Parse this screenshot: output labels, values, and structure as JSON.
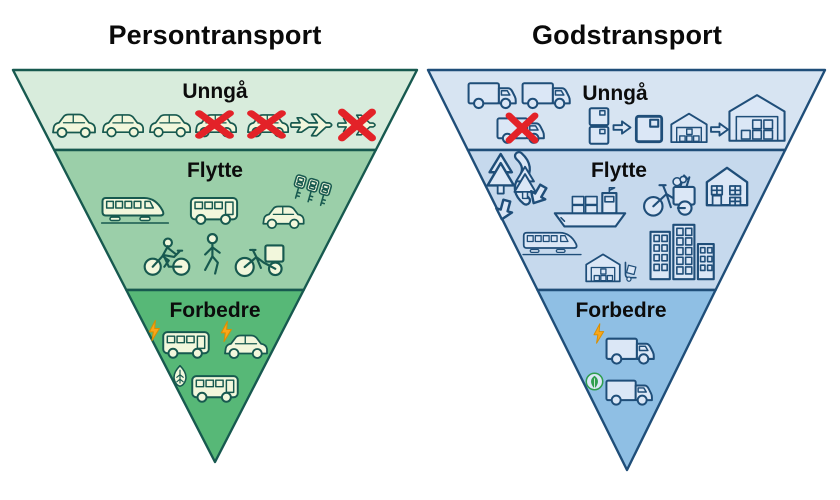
{
  "pyramids": [
    {
      "id": "persontransport",
      "title": "Persontransport",
      "outline": "#17594f",
      "icon_fill": "#f2f7dc",
      "levels": [
        {
          "label": "Unngå",
          "color": "#d8ecdc",
          "icons": [
            "car",
            "car",
            "car",
            "car-crossed-out",
            "car-crossed-out",
            "airplane",
            "airplane-crossed-out"
          ]
        },
        {
          "label": "Flytte",
          "color": "#9bcfa9",
          "icons": [
            "train",
            "bus",
            "shared-car-keys",
            "cyclist",
            "pedestrian",
            "cargo-bike"
          ]
        },
        {
          "label": "Forbedre",
          "color": "#57b877",
          "icons": [
            "electric-bus",
            "electric-car",
            "biofuel-bus"
          ]
        }
      ]
    },
    {
      "id": "godstransport",
      "title": "Godstransport",
      "outline": "#1f4e79",
      "icon_fill": "#dbe7f6",
      "levels": [
        {
          "label": "Unngå",
          "color": "#d7e4f2",
          "icons": [
            "van",
            "van",
            "van-crossed-out",
            "parcels-consolidation",
            "warehouse-consolidation"
          ]
        },
        {
          "label": "Flytte",
          "color": "#c6d9ed",
          "icons": [
            "forest-transport",
            "container-ship",
            "cargo-bike",
            "house",
            "train",
            "warehouse-handtruck",
            "city-buildings"
          ]
        },
        {
          "label": "Forbedre",
          "color": "#8fbfe4",
          "icons": [
            "electric-van",
            "biofuel-van"
          ]
        }
      ]
    }
  ],
  "colors": {
    "cross_red": "#e32228",
    "lightning": "#f9a61a",
    "lightning_stroke": "#d98e00",
    "leaf_green": "#2f9e4f"
  }
}
